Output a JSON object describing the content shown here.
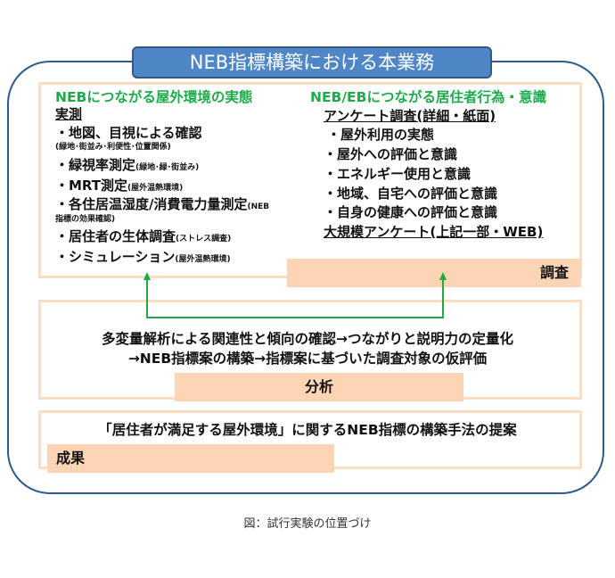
{
  "title": "NEB指標構築における本業務",
  "survey": {
    "left_heading": "NEBにつながる屋外環境の実態",
    "measure_heading": "実測",
    "left_items": [
      {
        "main": "・地図、目視による確認",
        "note": "(緑地･街並み･利便性･位置関係)"
      },
      {
        "main": "・緑視率測定",
        "note": "(緑地･緑･街並み)"
      },
      {
        "main": "・MRT測定",
        "note": "(屋外温熱環境)"
      },
      {
        "main": "・各住居温湿度/消費電力量測定",
        "note": "(NEB",
        "note2": "指標の効果確認)"
      },
      {
        "main": "・居住者の生体調査",
        "note": "(ストレス調査)"
      },
      {
        "main": "・シミュレーション",
        "note": "(屋外温熱環境)"
      }
    ],
    "right_heading": "NEB/EBにつながる居住者行為・意識",
    "questionnaire_heading": "アンケート調査(詳細・紙面)",
    "right_items": [
      "・屋外利用の実態",
      "・屋外への評価と意識",
      "・エネルギー使用と意識",
      "・地域、自宅への評価と意識",
      "・自身の健康への評価と意識"
    ],
    "large_survey": "大規模アンケート(上記一部・WEB)",
    "label": "調査"
  },
  "analysis": {
    "line1": "多変量解析による関連性と傾向の確認→つながりと説明力の定量化",
    "line2": "→NEB指標案の構築→指標案に基づいた調査対象の仮評価",
    "label": "分析"
  },
  "result": {
    "text": "「居住者が満足する屋外環境」に関するNEB指標の構築手法の提案",
    "label": "成果"
  },
  "caption": "図：試行実験の位置づけ",
  "colors": {
    "frame": "#2e5b8a",
    "title_bg": "#4f86c6",
    "peach": "#fcd5b5",
    "green": "#1eaa4a"
  }
}
